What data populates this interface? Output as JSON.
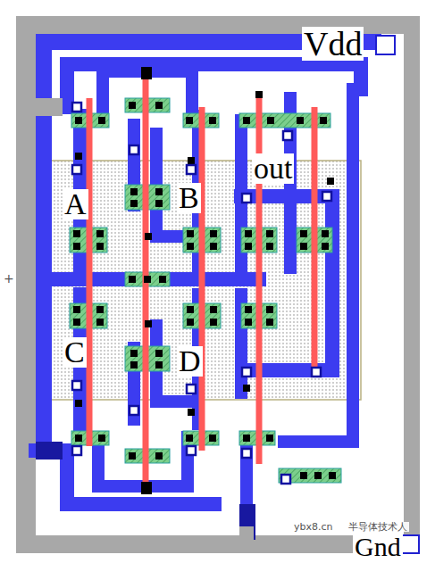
{
  "diagram": {
    "labels": [
      "Vdd",
      "A",
      "B",
      "out",
      "C",
      "D",
      "Gnd",
      "ybx8.cn",
      "半导体技术人"
    ]
  }
}
